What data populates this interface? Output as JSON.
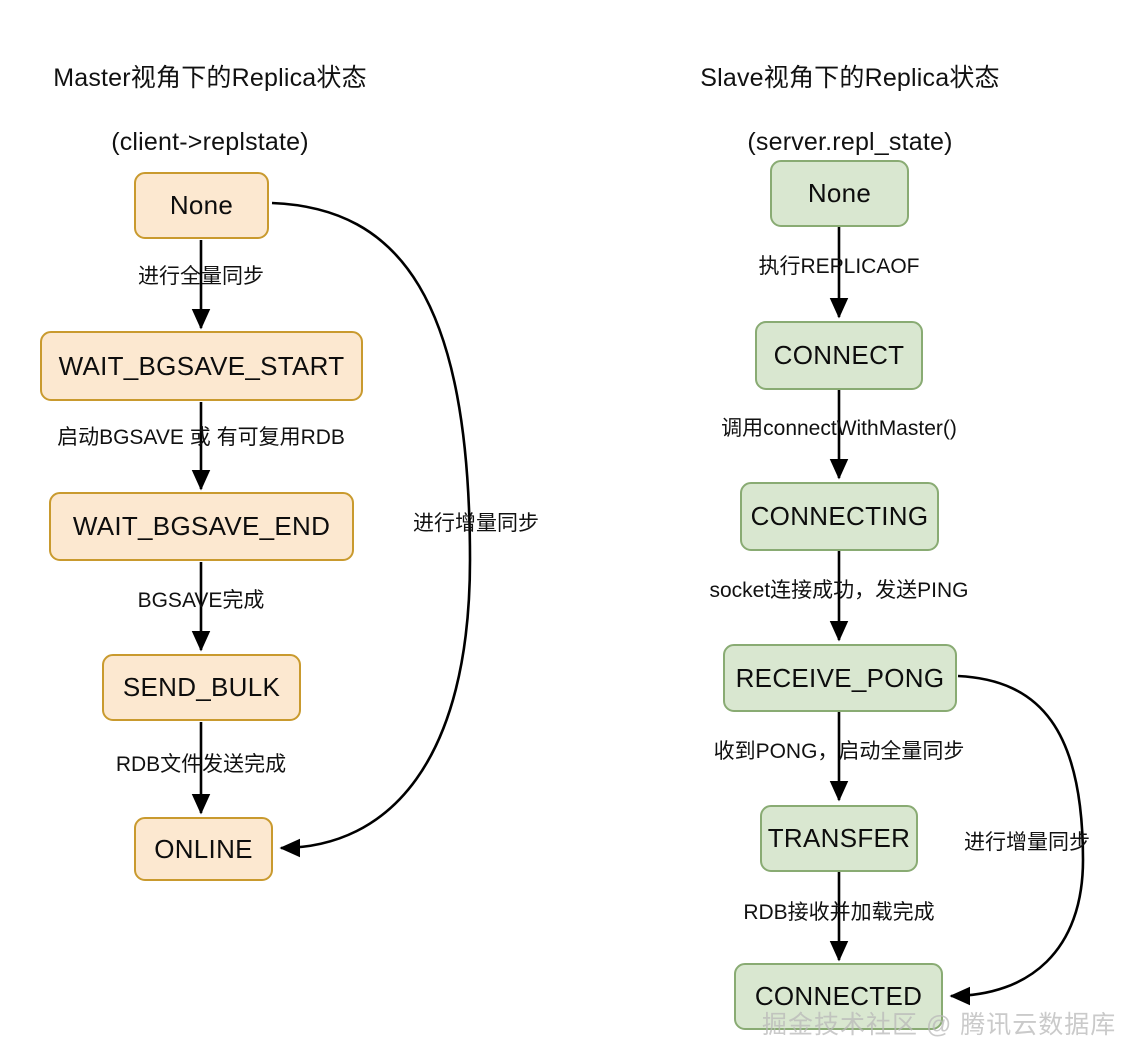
{
  "diagram": {
    "type": "state-machine",
    "watermark": "掘金技术社区 @ 腾讯云数据库",
    "colors": {
      "master_fill": "#fce8d0",
      "master_border": "#c99a2e",
      "slave_fill": "#d9e7d0",
      "slave_border": "#89ab73",
      "edge": "#000000",
      "text": "#111111",
      "background": "#ffffff",
      "watermark": "#b9b9b9"
    },
    "columns": [
      {
        "id": "master",
        "title_line1": "Master视角下的Replica状态",
        "title_line2": "(client->replstate)",
        "nodes": [
          {
            "id": "m-none",
            "label": "None"
          },
          {
            "id": "m-wbs",
            "label": "WAIT_BGSAVE_START"
          },
          {
            "id": "m-wbe",
            "label": "WAIT_BGSAVE_END"
          },
          {
            "id": "m-sb",
            "label": "SEND_BULK"
          },
          {
            "id": "m-on",
            "label": "ONLINE"
          }
        ],
        "edges": [
          {
            "from": "m-none",
            "to": "m-wbs",
            "label": "进行全量同步"
          },
          {
            "from": "m-wbs",
            "to": "m-wbe",
            "label": "启动BGSAVE 或 有可复用RDB"
          },
          {
            "from": "m-wbe",
            "to": "m-sb",
            "label": "BGSAVE完成"
          },
          {
            "from": "m-sb",
            "to": "m-on",
            "label": "RDB文件发送完成"
          },
          {
            "from": "m-none",
            "to": "m-on",
            "label": "进行增量同步",
            "shape": "curved-bypass"
          }
        ]
      },
      {
        "id": "slave",
        "title_line1": "Slave视角下的Replica状态",
        "title_line2": "(server.repl_state)",
        "nodes": [
          {
            "id": "s-none",
            "label": "None"
          },
          {
            "id": "s-con",
            "label": "CONNECT"
          },
          {
            "id": "s-cing",
            "label": "CONNECTING"
          },
          {
            "id": "s-rp",
            "label": "RECEIVE_PONG"
          },
          {
            "id": "s-tr",
            "label": "TRANSFER"
          },
          {
            "id": "s-cted",
            "label": "CONNECTED"
          }
        ],
        "edges": [
          {
            "from": "s-none",
            "to": "s-con",
            "label": "执行REPLICAOF"
          },
          {
            "from": "s-con",
            "to": "s-cing",
            "label": "调用connectWithMaster()"
          },
          {
            "from": "s-cing",
            "to": "s-rp",
            "label": "socket连接成功，发送PING"
          },
          {
            "from": "s-rp",
            "to": "s-tr",
            "label": "收到PONG，启动全量同步"
          },
          {
            "from": "s-tr",
            "to": "s-cted",
            "label": "RDB接收并加载完成"
          },
          {
            "from": "s-rp",
            "to": "s-cted",
            "label": "进行增量同步",
            "shape": "curved-bypass"
          }
        ]
      }
    ]
  }
}
